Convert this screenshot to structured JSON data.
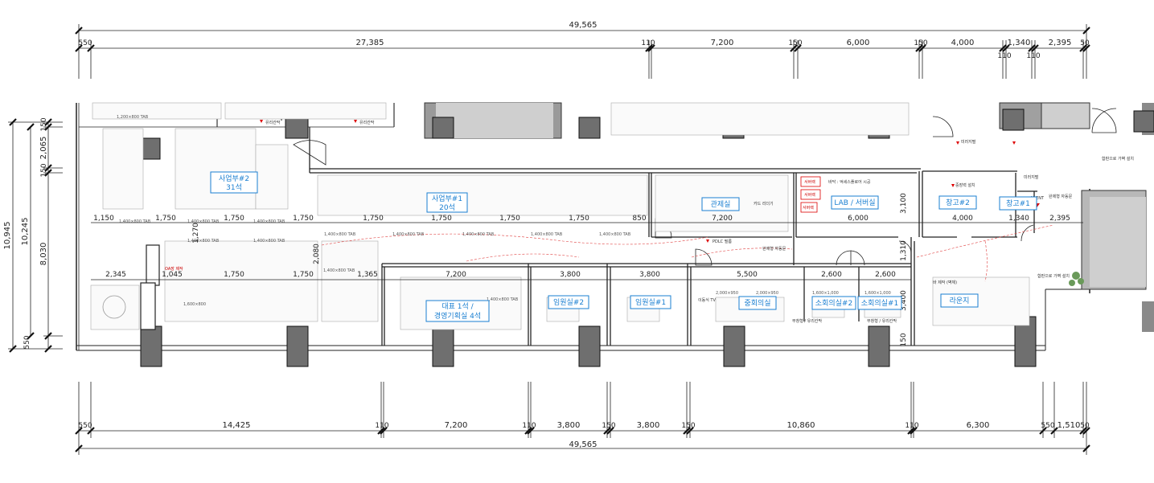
{
  "top_dims": {
    "overall": "49,565",
    "segments": [
      "550",
      "27,385",
      "110",
      "7,200",
      "150",
      "6,000",
      "150",
      "4,000",
      "1,340",
      "2,395",
      "50"
    ],
    "sub": [
      "110",
      "110"
    ]
  },
  "bottom_dims": {
    "overall": "49,565",
    "segments": [
      "550",
      "14,425",
      "110",
      "7,200",
      "110",
      "3,800",
      "150",
      "3,800",
      "150",
      "10,860",
      "110",
      "6,300",
      "550",
      "1,510",
      "50"
    ]
  },
  "left_dims": {
    "overall": "10,945",
    "mid": "10,245",
    "parts": [
      "150",
      "2,065",
      "150",
      "8,030",
      "550"
    ]
  },
  "rooms": [
    {
      "id": "biz2",
      "lines": [
        "사업부#2",
        "31석"
      ]
    },
    {
      "id": "biz1",
      "lines": [
        "사업부#1",
        "20석"
      ]
    },
    {
      "id": "control",
      "lines": [
        "관제실"
      ]
    },
    {
      "id": "lab",
      "lines": [
        "LAB / 서버실"
      ]
    },
    {
      "id": "store2",
      "lines": [
        "창고#2"
      ]
    },
    {
      "id": "store1",
      "lines": [
        "창고#1"
      ]
    },
    {
      "id": "ceo",
      "lines": [
        "대표 1석 /",
        "경영기획실 4석"
      ]
    },
    {
      "id": "exec2",
      "lines": [
        "임원실#2"
      ]
    },
    {
      "id": "exec1",
      "lines": [
        "임원실#1"
      ]
    },
    {
      "id": "meeting",
      "lines": [
        "중회의실"
      ]
    },
    {
      "id": "small2",
      "lines": [
        "소회의실#2"
      ]
    },
    {
      "id": "small1",
      "lines": [
        "소회의실#1"
      ]
    },
    {
      "id": "lounge",
      "lines": [
        "라운지"
      ]
    }
  ],
  "inner_dims": {
    "row1": [
      "1,150",
      "1,750",
      "1,750",
      "1,750",
      "1,750",
      "1,750",
      "1,750",
      "1,750",
      "850",
      "7,200",
      "6,000",
      "4,000",
      "1,340",
      "2,395"
    ],
    "row2": [
      "2,345",
      "1,045",
      "1,750",
      "1,750",
      "1,365",
      "7,200",
      "3,800",
      "3,800",
      "5,500",
      "2,600",
      "2,600"
    ],
    "vert": [
      "1,270",
      "2,080",
      "3,100",
      "1,310",
      "3,400",
      "150"
    ]
  },
  "notes": {
    "tab_1400": "1,400×800 TAB",
    "tab_1200": "1,200×800 TAB",
    "glass1": "유리칸막",
    "glass2": "유리칸막",
    "oa": "OA장 제작",
    "pdlc": "PDLC 필름",
    "auto_door": "완제형 자동문",
    "server_rack": "서버랙",
    "server_note": "바닥 : 억세스플로어 시공",
    "mirror": "미러지펄",
    "card_gate": "카드 리더기",
    "m_ent": "M-ENT",
    "cctv_note": "중장력 설치",
    "lounge_note": "바 제작 (벽체)",
    "window_note": "합판으로 가벽 설치",
    "tv": "이동식 TV",
    "table_1": "2,000×950",
    "table_2": "1,600×1,000",
    "door_glass": "무창형 / 유리칸막",
    "exec_desk": "1,600×800"
  },
  "colors": {
    "room_label": "#1a7fd1",
    "column_fill": "#6f6f6f",
    "wall": "#222222",
    "red_mark": "#dd0000"
  }
}
